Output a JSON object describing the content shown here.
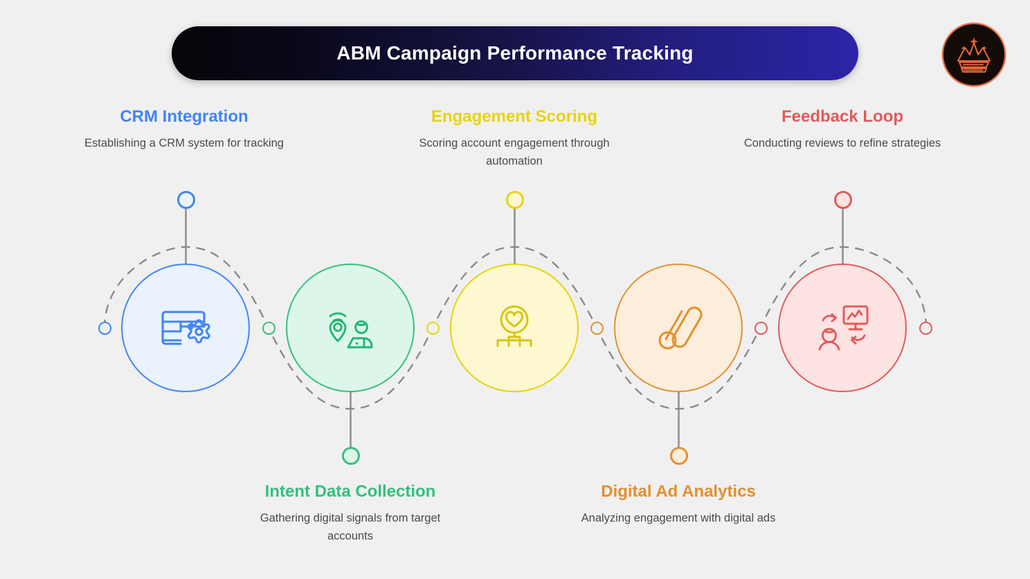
{
  "header": {
    "title": "ABM Campaign Performance Tracking",
    "logo_icon": "crown-mountain-logo"
  },
  "theme": {
    "background": "#f0f0f0",
    "title_gradient_from": "#050509",
    "title_gradient_to": "#2d24a8",
    "title_text_color": "#ffffff",
    "path_color": "#8a8a8a",
    "stem_color": "#8a8a8a",
    "desc_color": "#4a4a4a"
  },
  "steps": [
    {
      "id": "crm-integration",
      "title": "CRM Integration",
      "description": "Establishing a CRM system for tracking",
      "color": "#4285f4",
      "fill": "#eaf2fe",
      "icon": "table-settings-icon",
      "position": "top"
    },
    {
      "id": "intent-data-collection",
      "title": "Intent Data Collection",
      "description": "Gathering digital signals from target accounts",
      "color": "#34c07d",
      "fill": "#dcf7ea",
      "icon": "location-signal-person-laptop-icon",
      "position": "bottom"
    },
    {
      "id": "engagement-scoring",
      "title": "Engagement Scoring",
      "description": "Scoring account engagement through automation",
      "color": "#e8d310",
      "fill": "#fdf8cf",
      "icon": "heart-hierarchy-icon",
      "position": "top"
    },
    {
      "id": "digital-ad-analytics",
      "title": "Digital Ad Analytics",
      "description": "Analyzing engagement with digital ads",
      "color": "#e2902f",
      "fill": "#fdeedb",
      "icon": "google-ads-icon",
      "position": "bottom"
    },
    {
      "id": "feedback-loop",
      "title": "Feedback Loop",
      "description": "Conducting reviews to refine strategies",
      "color": "#e4595b",
      "fill": "#fde3e2",
      "icon": "feedback-review-person-chart-icon",
      "position": "top"
    }
  ]
}
